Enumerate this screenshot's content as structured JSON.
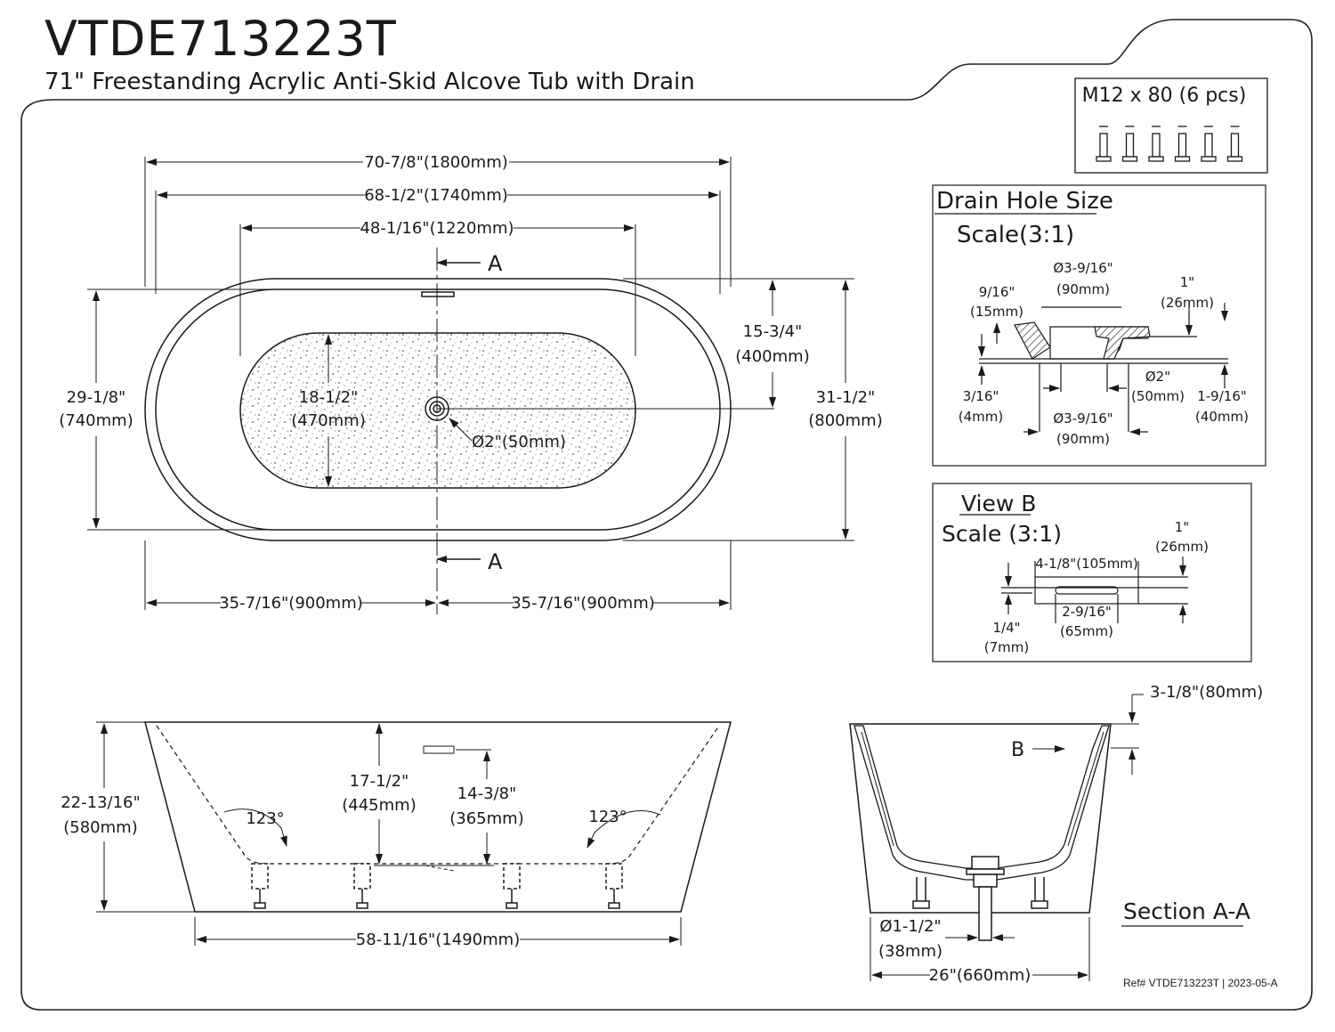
{
  "header": {
    "model": "VTDE713223T",
    "subtitle": "71\" Freestanding Acrylic Anti-Skid Alcove Tub with Drain"
  },
  "hardware": {
    "label": "M12 x 80 (6 pcs)",
    "count": 6
  },
  "top_view": {
    "overall_length": "70-7/8\"(1800mm)",
    "inner_length": "68-1/2\"(1740mm)",
    "floor_length": "48-1/16\"(1220mm)",
    "section_marker": "A",
    "overall_width_in": "31-1/2\"",
    "overall_width_mm": "(800mm)",
    "inner_width_in": "29-1/8\"",
    "inner_width_mm": "(740mm)",
    "drain_offset_in": "15-3/4\"",
    "drain_offset_mm": "(400mm)",
    "floor_width_in": "18-1/2\"",
    "floor_width_mm": "(470mm)",
    "drain_dia": "Ø2\"(50mm)",
    "half_left": "35-7/16\"(900mm)",
    "half_right": "35-7/16\"(900mm)"
  },
  "drain_hole": {
    "title": "Drain Hole Size",
    "scale": "Scale(3:1)",
    "top_dia_in": "Ø3-9/16\"",
    "top_dia_mm": "(90mm)",
    "lip_in": "9/16\"",
    "lip_mm": "(15mm)",
    "height_in": "1\"",
    "height_mm": "(26mm)",
    "thin_in": "3/16\"",
    "thin_mm": "(4mm)",
    "hole_in": "Ø2\"",
    "hole_mm": "(50mm)",
    "flange_in": "1-9/16\"",
    "flange_mm": "(40mm)",
    "bottom_dia_in": "Ø3-9/16\"",
    "bottom_dia_mm": "(90mm)"
  },
  "view_b": {
    "title": "View B",
    "scale": "Scale (3:1)",
    "slot_len": "4-1/8\"(105mm)",
    "height_in": "1\"",
    "height_mm": "(26mm)",
    "thick_in": "1/4\"",
    "thick_mm": "(7mm)",
    "slot_in": "2-9/16\"",
    "slot_mm": "(65mm)"
  },
  "side_view": {
    "height_in": "22-13/16\"",
    "height_mm": "(580mm)",
    "inner_depth_in": "17-1/2\"",
    "inner_depth_mm": "(445mm)",
    "overflow_in": "14-3/8\"",
    "overflow_mm": "(365mm)",
    "angle_left": "123°",
    "angle_right": "123°",
    "base_length": "58-11/16\"(1490mm)"
  },
  "section": {
    "title": "Section A-A",
    "rim": "3-1/8\"(80mm)",
    "marker": "B",
    "drain_pipe_in": "Ø1-1/2\"",
    "drain_pipe_mm": "(38mm)",
    "base_width": "26\"(660mm)"
  },
  "footer": {
    "ref": "Ref# VTDE713223T | 2023-05-A"
  }
}
